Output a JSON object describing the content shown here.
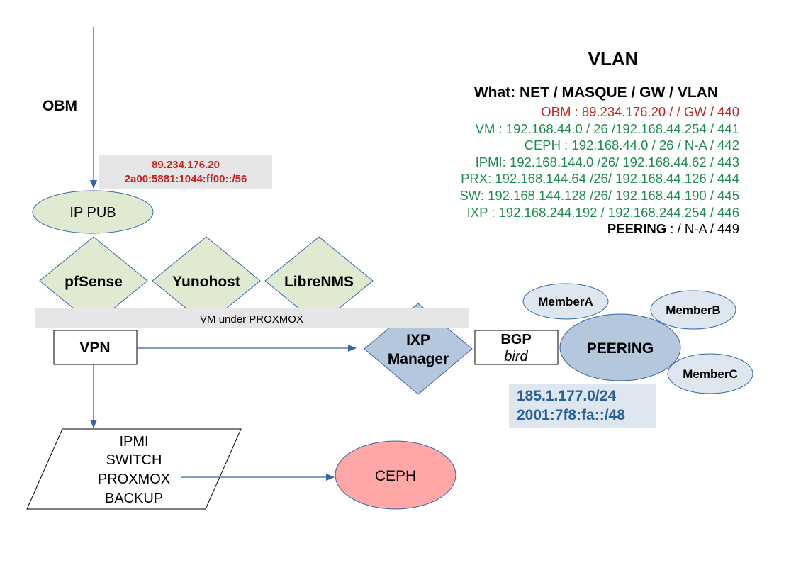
{
  "diagram": {
    "obm_label": "OBM",
    "ip_pub_box": {
      "ipv4": "89.234.176.20",
      "ipv6": "2a00:5881:1044:ff00::/56"
    },
    "ip_pub": "IP PUB",
    "vms": [
      "pfSense",
      "Yunohost",
      "LibreNMS"
    ],
    "vm_bar": "VM under PROXMOX",
    "vpn": "VPN",
    "ipmi_group": [
      "IPMI",
      "SWITCH",
      "PROXMOX",
      "BACKUP"
    ],
    "ceph": "CEPH",
    "ixp_manager": [
      "IXP",
      "Manager"
    ],
    "bgp": {
      "title": "BGP",
      "subtitle": "bird"
    },
    "peering": "PEERING",
    "members": [
      "MemberA",
      "MemberB",
      "MemberC"
    ],
    "peering_prefixes": [
      "185.1.177.0/24",
      "2001:7f8:fa::/48"
    ]
  },
  "vlan_table": {
    "title": "VLAN",
    "header": "What: NET / MASQUE / GW  / VLAN",
    "rows": [
      {
        "text": "OBM : 89.234.176.20 /  / GW  / 440",
        "color": "#c9211e"
      },
      {
        "text": "VM : 192.168.44.0 / 26 /192.168.44.254  / 441",
        "color": "#1e8c4e"
      },
      {
        "text": "CEPH : 192.168.44.0 / 26 / N-A  / 442",
        "color": "#1e8c4e"
      },
      {
        "text": "IPMI: 192.168.144.0 /26/ 192.168.44.62  / 443",
        "color": "#1e8c4e"
      },
      {
        "text": "PRX: 192.168.144.64 /26/ 192.168.44.126  / 444",
        "color": "#1e8c4e"
      },
      {
        "text": "SW: 192.168.144.128 /26/ 192.168.44.190  / 445",
        "color": "#1e8c4e"
      },
      {
        "text": "IXP : 192.168.244.192 / 192.168.244.254  / 446",
        "color": "#1e8c4e"
      }
    ],
    "peering_row": {
      "name": "PEERING",
      "rest": " :  / N-A  / 449"
    }
  },
  "colors": {
    "node_green": "#e0ead1",
    "node_blue": "#b4c7dc",
    "member_blue": "#dee6ef",
    "ceph_salmon": "#ffa6a6",
    "arrow": "#3465a4",
    "ip_red": "#c9211e",
    "vlan_green": "#1e8c4e",
    "prefix_blue": "#2a6099"
  }
}
